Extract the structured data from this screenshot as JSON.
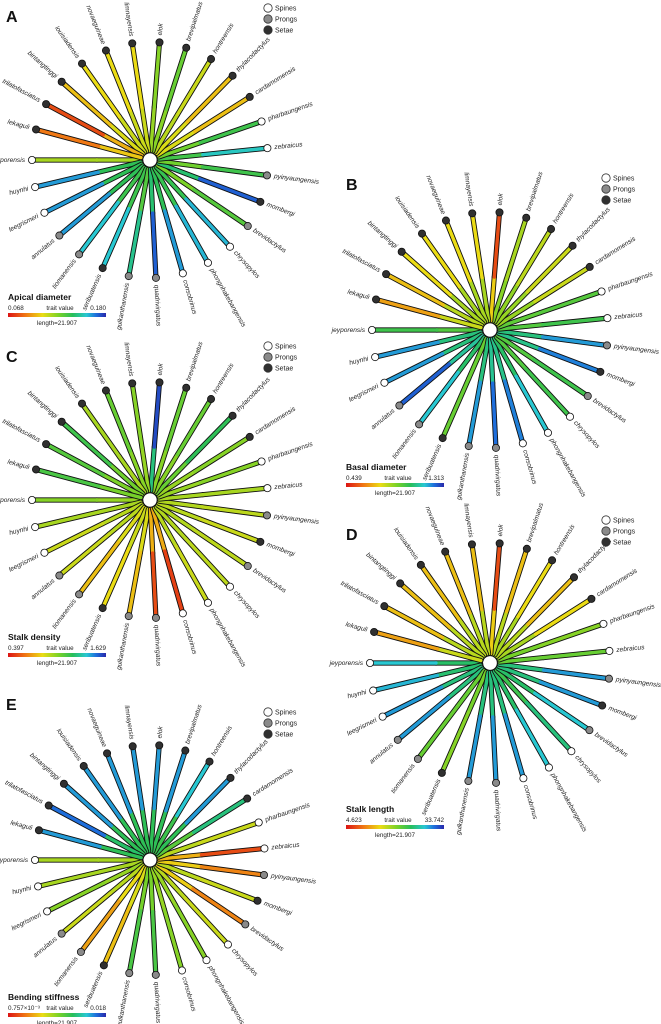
{
  "legend": [
    {
      "label": "Spines",
      "color": "#ffffff"
    },
    {
      "label": "Prongs",
      "color": "#8a8a8a"
    },
    {
      "label": "Setae",
      "color": "#303030"
    }
  ],
  "taxa": [
    "jeyporensis",
    "huynhi",
    "leegrismeri",
    "annulatus",
    "tiomanensis",
    "seribuatensis",
    "gulkanthanensis",
    "quadrivirgatus",
    "consobrinus",
    "phongnhakebangensis",
    "chrysopylos",
    "brevidactylus",
    "mombergi",
    "pyinyaungensis",
    "zebraicus",
    "pharbaungensis",
    "cardamomensis",
    "thylacodactylus",
    "hontreensis",
    "brevipalmatus",
    "elok",
    "limnayensis",
    "novaeguineae",
    "louisiadensis",
    "bintangtinggi",
    "trilatofasciatus",
    "lekaguli"
  ],
  "panels": [
    {
      "letter": "A",
      "trait": "Apical diameter",
      "min": "0.068",
      "max": "0.180",
      "trait_label": "trait value",
      "length": "length=21.907",
      "tips": [
        0.45,
        0.85,
        0.85,
        0.85,
        0.8,
        0.8,
        0.72,
        0.92,
        0.85,
        0.82,
        0.82,
        0.58,
        0.92,
        0.62,
        0.78,
        0.62,
        0.3,
        0.3,
        0.4,
        0.55,
        0.5,
        0.35,
        0.35,
        0.35,
        0.3,
        0.1,
        0.18
      ],
      "backbone": 0.45
    },
    {
      "letter": "B",
      "trait": "Basal diameter",
      "min": "0.439",
      "max": "1.313",
      "trait_label": "trait value",
      "length": "length=21.907",
      "tips": [
        0.62,
        0.85,
        0.85,
        0.92,
        0.8,
        0.55,
        0.85,
        0.9,
        0.88,
        0.8,
        0.62,
        0.62,
        0.88,
        0.85,
        0.62,
        0.58,
        0.4,
        0.4,
        0.42,
        0.45,
        0.1,
        0.35,
        0.35,
        0.35,
        0.35,
        0.3,
        0.25
      ],
      "backbone": 0.55
    },
    {
      "letter": "C",
      "trait": "Stalk density",
      "min": "0.397",
      "max": "1.629",
      "trait_label": "trait value",
      "length": "length=21.907",
      "tips": [
        0.5,
        0.45,
        0.4,
        0.4,
        0.3,
        0.35,
        0.3,
        0.1,
        0.08,
        0.4,
        0.42,
        0.42,
        0.4,
        0.42,
        0.45,
        0.5,
        0.5,
        0.65,
        0.55,
        0.55,
        0.95,
        0.5,
        0.55,
        0.45,
        0.62,
        0.58,
        0.6
      ],
      "backbone": 0.45
    },
    {
      "letter": "D",
      "trait": "Stalk length",
      "min": "4.623",
      "max": "33.742",
      "trait_label": "trait value",
      "length": "length=21.907",
      "tips": [
        0.8,
        0.82,
        0.85,
        0.85,
        0.55,
        0.5,
        0.85,
        0.85,
        0.85,
        0.8,
        0.7,
        0.8,
        0.85,
        0.85,
        0.55,
        0.5,
        0.35,
        0.3,
        0.35,
        0.3,
        0.1,
        0.3,
        0.3,
        0.3,
        0.3,
        0.3,
        0.25
      ],
      "backbone": 0.55
    },
    {
      "letter": "E",
      "trait": "Bending stiffness",
      "min": "0.757×10⁻³",
      "max": "0.018",
      "trait_label": "trait value",
      "length": "length=21.907",
      "tips": [
        0.45,
        0.45,
        0.5,
        0.4,
        0.25,
        0.3,
        0.6,
        0.6,
        0.5,
        0.5,
        0.4,
        0.2,
        0.4,
        0.2,
        0.1,
        0.4,
        0.7,
        0.85,
        0.8,
        0.85,
        0.85,
        0.85,
        0.85,
        0.85,
        0.85,
        0.9,
        0.85
      ],
      "backbone": 0.45
    }
  ]
}
